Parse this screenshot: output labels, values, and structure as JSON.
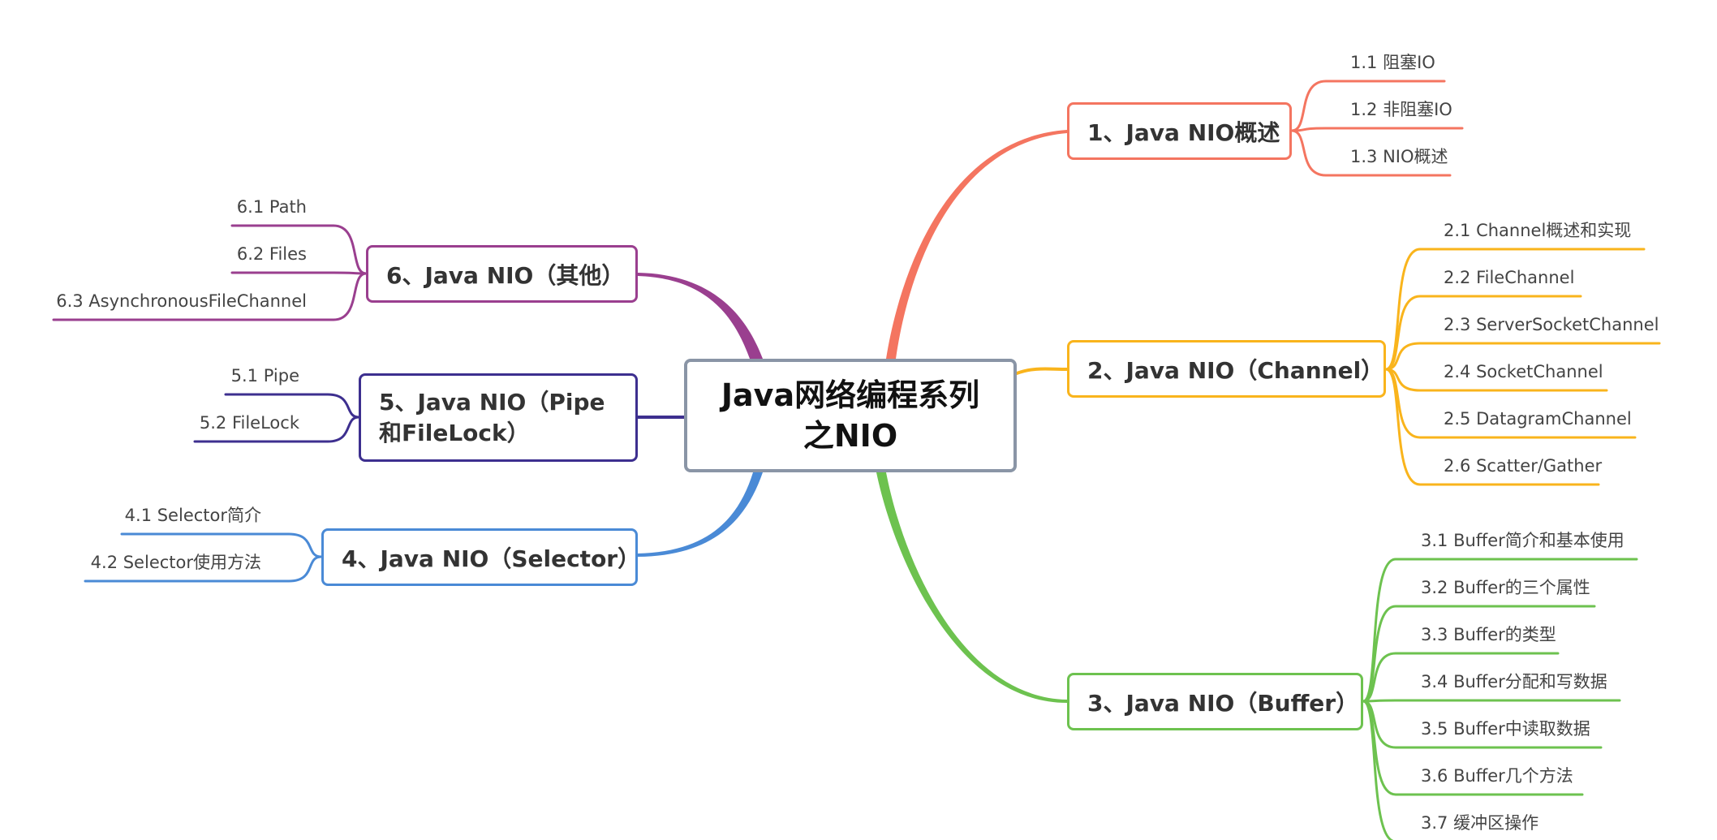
{
  "root": {
    "title": "Java网络编程系列之NIO"
  },
  "branches": [
    {
      "id": "b1",
      "side": "right",
      "color": "#f47560",
      "title": "1、Java NIO概述",
      "children": [
        "1.1 阻塞IO",
        "1.2 非阻塞IO",
        "1.3 NIO概述"
      ]
    },
    {
      "id": "b2",
      "side": "right",
      "color": "#f9b41c",
      "title": "2、Java NIO（Channel）",
      "children": [
        "2.1 Channel概述和实现",
        "2.2 FileChannel",
        "2.3 ServerSocketChannel",
        "2.4 SocketChannel",
        "2.5 DatagramChannel",
        "2.6 Scatter/Gather"
      ]
    },
    {
      "id": "b3",
      "side": "right",
      "color": "#6dc24f",
      "title": "3、Java NIO（Buffer）",
      "children": [
        "3.1 Buffer简介和基本使用",
        "3.2 Buffer的三个属性",
        "3.3 Buffer的类型",
        "3.4 Buffer分配和写数据",
        "3.5 Buffer中读取数据",
        "3.6 Buffer几个方法",
        "3.7 缓冲区操作"
      ]
    },
    {
      "id": "b4",
      "side": "left",
      "color": "#4a8ad6",
      "title": "4、Java NIO（Selector）",
      "children": [
        "4.1 Selector简介",
        "4.2 Selector使用方法"
      ]
    },
    {
      "id": "b5",
      "side": "left",
      "color": "#3d2f8f",
      "title": "5、Java NIO（Pipe和FileLock）",
      "children": [
        "5.1 Pipe",
        "5.2 FileLock"
      ]
    },
    {
      "id": "b6",
      "side": "left",
      "color": "#9a3f8f",
      "title": "6、Java NIO（其他）",
      "children": [
        "6.1 Path",
        "6.2 Files",
        "6.3 AsynchronousFileChannel"
      ]
    }
  ]
}
